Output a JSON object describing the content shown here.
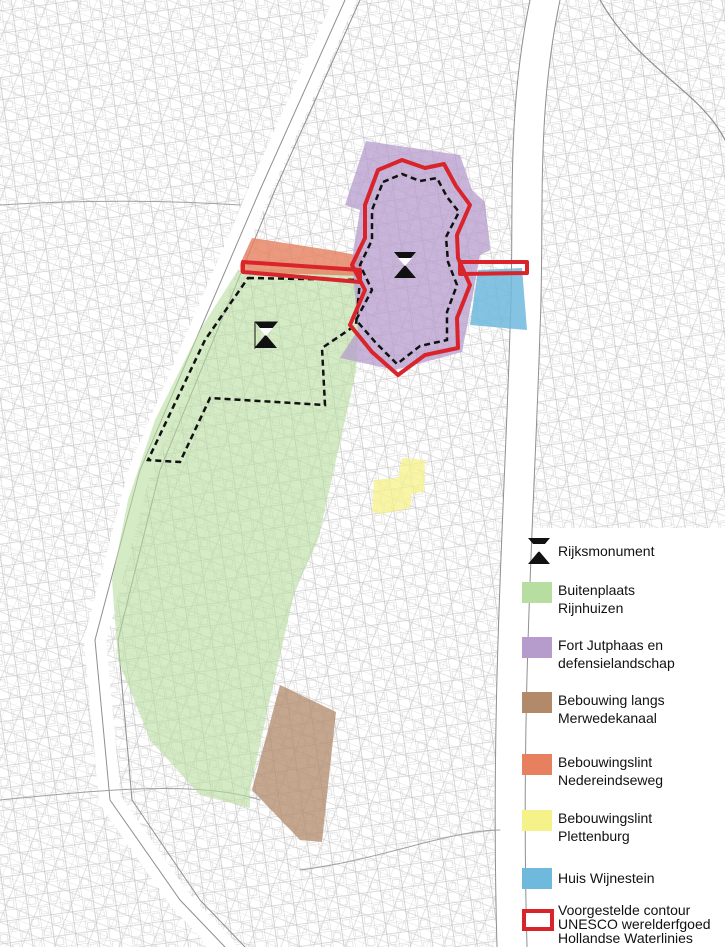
{
  "colors": {
    "buitenplaats": "#b7dea0",
    "fort": "#b59ccc",
    "merwedekanaal": "#b28a6a",
    "nedereindseweg": "#e6805f",
    "plettenburg": "#f6f28a",
    "wijnestein": "#6fb9dd",
    "unesco": "#d9242b",
    "street": "#9c9c9c"
  },
  "legend": [
    {
      "key": "rijksmonument",
      "label1": "Rijksmonument",
      "label2": "",
      "icon": "rijksmonument-icon"
    },
    {
      "key": "buitenplaats",
      "label1": "Buitenplaats",
      "label2": "Rijnhuizen"
    },
    {
      "key": "fort",
      "label1": "Fort Jutphaas en",
      "label2": "defensielandschap"
    },
    {
      "key": "merwedekanaal",
      "label1": "Bebouwing langs",
      "label2": "Merwedekanaal"
    },
    {
      "key": "nedereindseweg",
      "label1": "Bebouwingslint",
      "label2": "Nedereindseweg"
    },
    {
      "key": "plettenburg",
      "label1": "Bebouwingslint",
      "label2": "Plettenburg"
    },
    {
      "key": "wijnestein",
      "label1": "Huis Wijnestein",
      "label2": ""
    },
    {
      "key": "unesco",
      "label1": "Voorgestelde contour",
      "label2": "UNESCO werelderfgoed",
      "label3": "Hollandse Waterlinies"
    }
  ]
}
